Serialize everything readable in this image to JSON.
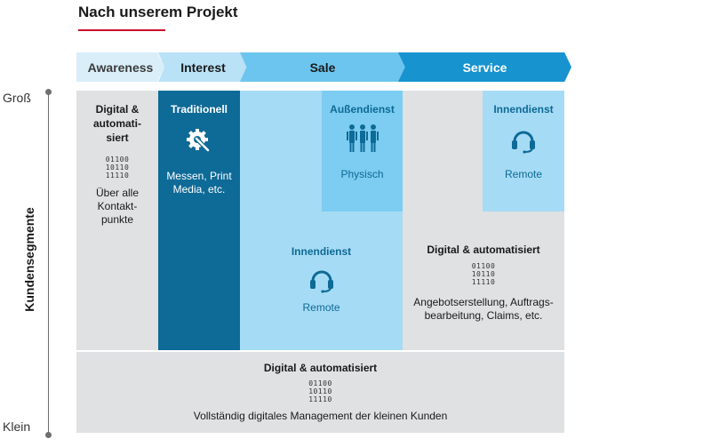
{
  "title": "Nach unserem Projekt",
  "colors": {
    "accent": "#c8102e",
    "dark_blue": "#0e6a96",
    "light_blue": "#a6dbf5",
    "gray": "#dfe1e3",
    "service_blue": "#1793cf",
    "sale_blue": "#6cc5ee"
  },
  "stages": [
    "Awareness",
    "Interest",
    "Sale",
    "Service"
  ],
  "axis": {
    "title": "Kundensegmente",
    "top": "Groß",
    "bottom": "Klein"
  },
  "binary": [
    "01100",
    "10110",
    "11110"
  ],
  "blocks": {
    "awareness": {
      "title_l1": "Digital &",
      "title_l2": "automati-",
      "title_l3": "siert",
      "desc_l1": "Über alle",
      "desc_l2": "Kontakt-",
      "desc_l3": "punkte",
      "icon": "binary-code-icon"
    },
    "interest": {
      "title": "Traditionell",
      "desc_l1": "Messen, Print",
      "desc_l2": "Media, etc.",
      "icon": "gear-wrench-icon"
    },
    "sale_field": {
      "title": "Außendienst",
      "desc": "Physisch",
      "icon": "people-group-icon"
    },
    "sale_inside": {
      "title": "Innendienst",
      "desc": "Remote",
      "icon": "headset-icon"
    },
    "service_inside": {
      "title": "Innendienst",
      "desc": "Remote",
      "icon": "headset-icon"
    },
    "service_digital": {
      "title": "Digital & automatisiert",
      "desc_l1": "Angebotserstellung, Auftrags-",
      "desc_l2": "bearbeitung, Claims, etc.",
      "icon": "binary-code-icon"
    },
    "bottom": {
      "title": "Digital & automatisiert",
      "desc": "Vollständig digitales Management der kleinen Kunden",
      "icon": "binary-code-icon"
    }
  }
}
